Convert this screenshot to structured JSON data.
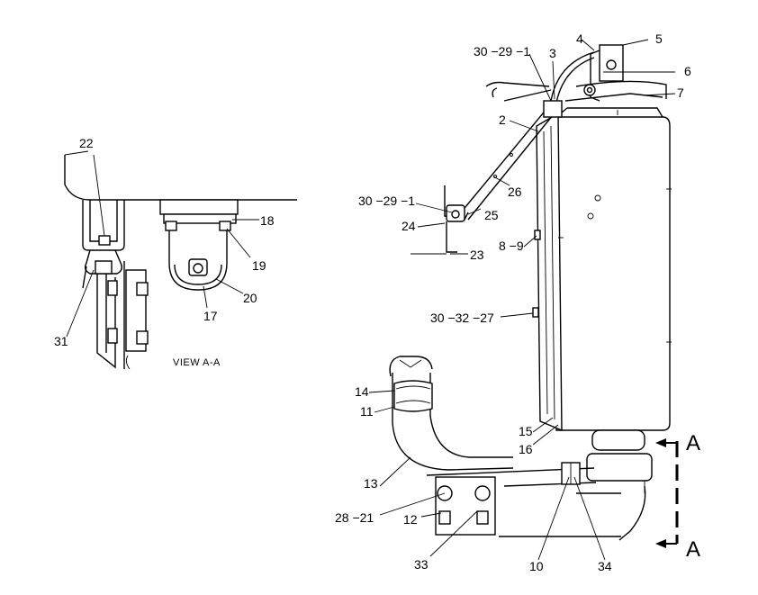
{
  "callouts": [
    {
      "id": "c22",
      "text": "22"
    },
    {
      "id": "c18",
      "text": "18"
    },
    {
      "id": "c19",
      "text": "19"
    },
    {
      "id": "c20",
      "text": "20"
    },
    {
      "id": "c17",
      "text": "17"
    },
    {
      "id": "c31",
      "text": "31"
    },
    {
      "id": "c30_29_1a",
      "text": "30 −29 −1"
    },
    {
      "id": "c3",
      "text": "3"
    },
    {
      "id": "c4",
      "text": "4"
    },
    {
      "id": "c5",
      "text": "5"
    },
    {
      "id": "c6",
      "text": "6"
    },
    {
      "id": "c7",
      "text": "7"
    },
    {
      "id": "c2",
      "text": "2"
    },
    {
      "id": "c26",
      "text": "26"
    },
    {
      "id": "c30_29_1b",
      "text": "30 −29 −1"
    },
    {
      "id": "c25",
      "text": "25"
    },
    {
      "id": "c24",
      "text": "24"
    },
    {
      "id": "c23",
      "text": "23"
    },
    {
      "id": "c8_9",
      "text": "8 −9"
    },
    {
      "id": "c30_32_27",
      "text": "30 −32 −27"
    },
    {
      "id": "c14",
      "text": "14"
    },
    {
      "id": "c11",
      "text": "11"
    },
    {
      "id": "c15",
      "text": "15"
    },
    {
      "id": "c16",
      "text": "16"
    },
    {
      "id": "c13",
      "text": "13"
    },
    {
      "id": "c28_21",
      "text": "28 −21"
    },
    {
      "id": "c12",
      "text": "12"
    },
    {
      "id": "c33",
      "text": "33"
    },
    {
      "id": "c10",
      "text": "10"
    },
    {
      "id": "c34",
      "text": "34"
    }
  ],
  "view_label": "VIEW  A-A",
  "section_marks": {
    "top": "A",
    "bottom": "A"
  }
}
